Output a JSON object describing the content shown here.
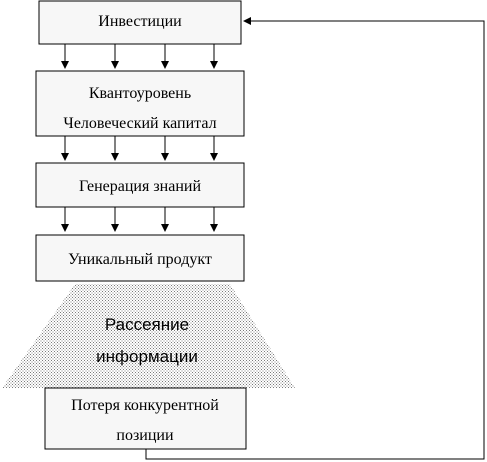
{
  "nodes": {
    "investments": {
      "label": "Инвестиции"
    },
    "quantum_level": {
      "line1": "Квантоуровень",
      "line2": "Человеческий капитал"
    },
    "knowledge_generation": {
      "label": "Генерация знаний"
    },
    "unique_product": {
      "label": "Уникальный продукт"
    },
    "information_dispersion": {
      "line1": "Рассеяние",
      "line2": "информации"
    },
    "competitive_loss": {
      "line1": "Потеря конкурентной",
      "line2": "позиции"
    }
  },
  "colors": {
    "box_fill": "#f7f7f7",
    "stroke": "#000000",
    "dots": "#7a7a7a"
  }
}
